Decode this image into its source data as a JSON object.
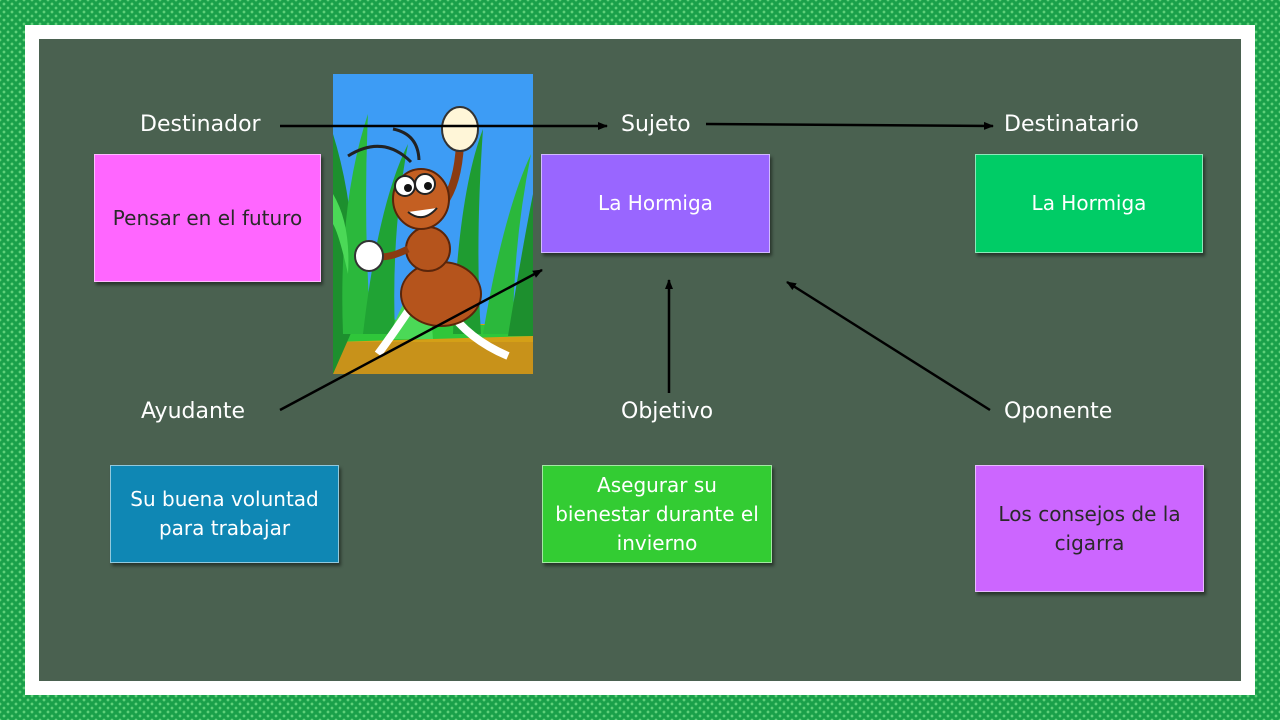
{
  "roles": {
    "destinador": "Destinador",
    "sujeto": "Sujeto",
    "destinatario": "Destinatario",
    "ayudante": "Ayudante",
    "objetivo": "Objetivo",
    "oponente": "Oponente"
  },
  "boxes": {
    "destinador": {
      "text": "Pensar en el futuro",
      "color": "#ff66ff"
    },
    "sujeto": {
      "text": "La Hormiga",
      "color": "#9966ff"
    },
    "destinatario": {
      "text": "La Hormiga",
      "color": "#00cc66"
    },
    "ayudante": {
      "text": "Su buena voluntad para trabajar",
      "color": "#0f87b4"
    },
    "objetivo": {
      "text": "Asegurar su bienestar durante el invierno",
      "color": "#33cc33"
    },
    "oponente": {
      "text": "Los consejos de la cigarra",
      "color": "#cc66ff"
    }
  },
  "colors": {
    "background_pattern": "#1aa04a",
    "board": "#4a6150",
    "arrow": "#000000"
  },
  "illustration": "ant-cartoon-icon"
}
